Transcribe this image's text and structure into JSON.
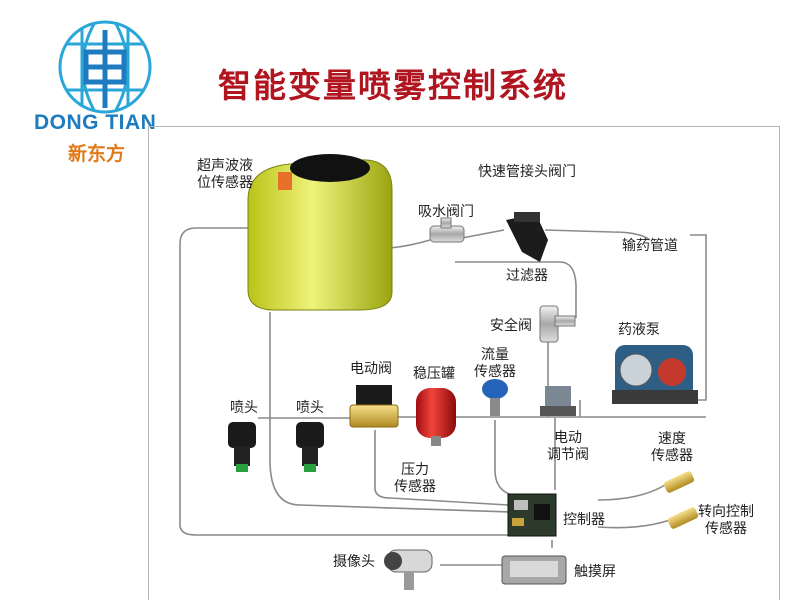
{
  "title": "智能变量喷雾控制系统",
  "logo": {
    "brand_en": "DONG TIAN",
    "brand_cn": "新东方"
  },
  "labels": {
    "level_sensor": [
      "超声波液",
      "位传感器"
    ],
    "quick_valve": "快速管接头阀门",
    "suction_valve": "吸水阀门",
    "delivery_pipe": "输药管道",
    "filter": "过滤器",
    "safety_valve": "安全阀",
    "pump": "药液泵",
    "solenoid_valve": "电动阀",
    "stabilizer_tank": "稳压罐",
    "flow_sensor": [
      "流量",
      "传感器"
    ],
    "nozzle_1": "喷头",
    "nozzle_2": "喷头",
    "regulating_valve": [
      "电动",
      "调节阀"
    ],
    "pressure_sensor": [
      "压力",
      "传感器"
    ],
    "speed_sensor": [
      "速度",
      "传感器"
    ],
    "controller": "控制器",
    "steering_sensor": [
      "转向控制",
      "传感器"
    ],
    "camera": "摄像头",
    "touch_screen": "触摸屏"
  },
  "colors": {
    "title": "#b01520",
    "brand_blue": "#1e7bbf",
    "brand_orange": "#e07b1c",
    "line": "#8a8a8a"
  }
}
